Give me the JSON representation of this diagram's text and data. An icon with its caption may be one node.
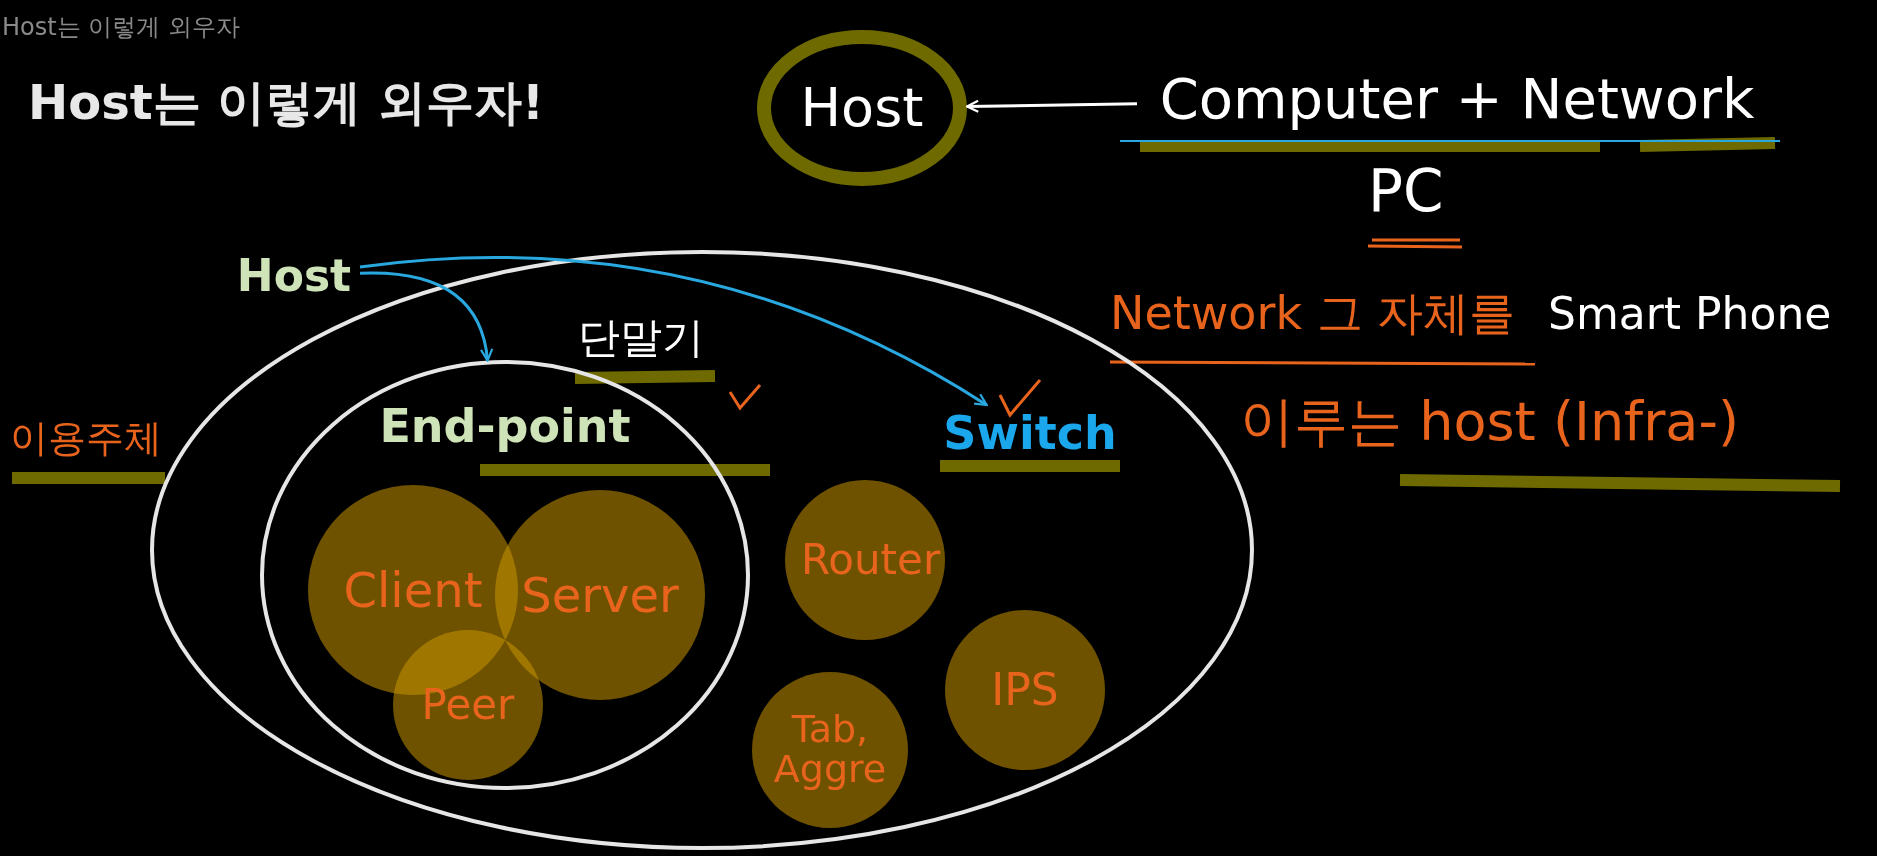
{
  "diagram": {
    "title": "Host는 이렇게 외우자!",
    "nodes": [
      {
        "text": [
          "Host"
        ]
      },
      {
        "text": [
          "Computer + Network"
        ]
      },
      {
        "text": [
          "Host"
        ]
      },
      {
        "text": [],
        "shape": "ellipse"
      },
      {
        "text": [
          "End-point"
        ],
        "in": 3
      },
      {
        "text": [
          "Client"
        ],
        "in": 4
      },
      {
        "text": [
          "Server"
        ],
        "in": 4
      },
      {
        "text": [
          "Peer"
        ],
        "in": 4
      },
      {
        "text": [
          "Switch"
        ],
        "in": 3
      },
      {
        "text": [
          "Router"
        ],
        "in": 3
      },
      {
        "text": [
          "IPS"
        ],
        "in": 3
      },
      {
        "text": [
          "Tab, Aggre"
        ],
        "in": 3
      }
    ],
    "edges": [
      {
        "from": 1,
        "to": 0,
        "arrow": "to",
        "color": "#ffffff"
      },
      {
        "from": 2,
        "to": 4,
        "arrow": "to",
        "color": "#29a8e0"
      },
      {
        "from": 2,
        "to": 8,
        "arrow": "to",
        "color": "#29a8e0"
      }
    ],
    "labels": [
      "Host는 이렇게 외우자",
      "PC",
      "단말기",
      "Network 그 자체를",
      "Smart Phone",
      "이용주체",
      "이루는 host (Infra-)"
    ]
  }
}
